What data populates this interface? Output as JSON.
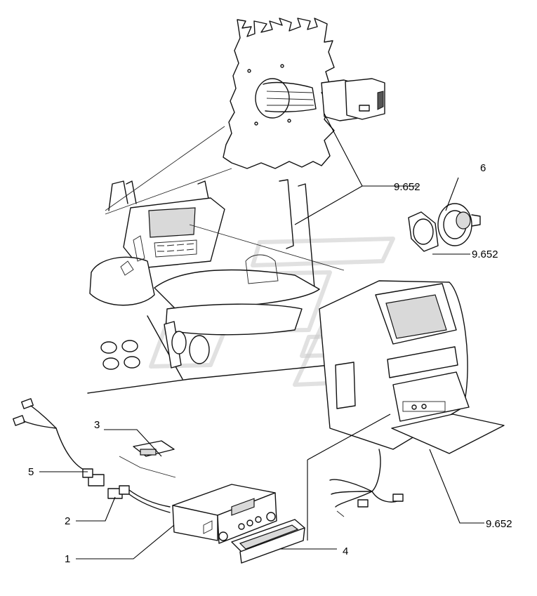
{
  "callouts": {
    "c1": "1",
    "c2": "2",
    "c3": "3",
    "c4": "4",
    "c5": "5",
    "c6": "6",
    "ref_top": "9.652",
    "ref_speaker": "9.652",
    "ref_bottom": "9.652"
  },
  "parts": [
    {
      "ref": "1",
      "depicts": "radio unit"
    },
    {
      "ref": "2",
      "depicts": "connector adapter"
    },
    {
      "ref": "3",
      "depicts": "mounting clip"
    },
    {
      "ref": "4",
      "depicts": "trim frame"
    },
    {
      "ref": "5",
      "depicts": "wiring harness"
    },
    {
      "ref": "6",
      "depicts": "speaker"
    }
  ],
  "colors": {
    "line": "#111111",
    "background": "#ffffff",
    "watermark": "#c8c8c8"
  }
}
